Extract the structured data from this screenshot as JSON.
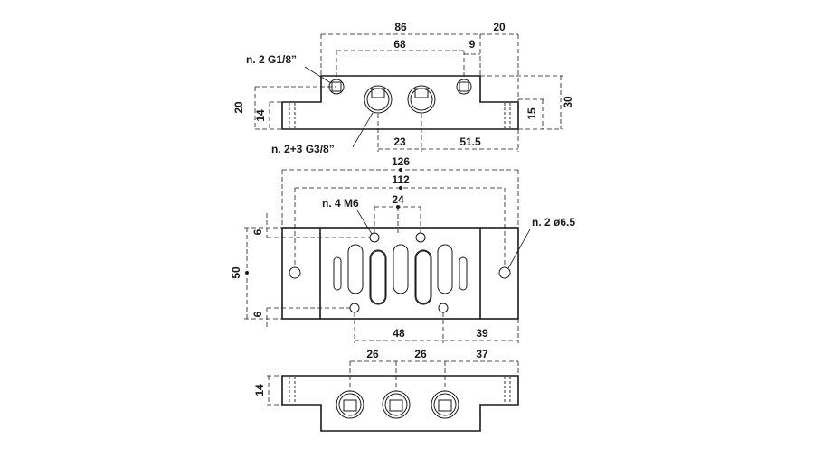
{
  "top_view": {
    "dim_86": "86",
    "dim_20_top": "20",
    "dim_68": "68",
    "dim_9": "9",
    "note_g18": "n. 2  G1/8”",
    "dim_20_left": "20",
    "dim_14_left": "14",
    "dim_15_right": "15",
    "dim_30_right": "30",
    "dim_23": "23",
    "dim_51_5": "51.5",
    "note_g38": "n. 2+3  G3/8”"
  },
  "plan_view": {
    "dim_126": "126",
    "dim_112": "112",
    "dim_24": "24",
    "note_m6": "n. 4  M6",
    "note_hole": "n. 2  ø6.5",
    "dim_6_top": "6",
    "dim_50": "50",
    "dim_6_bottom": "6",
    "dim_48": "48",
    "dim_39": "39"
  },
  "bottom_view": {
    "dim_26_a": "26",
    "dim_26_b": "26",
    "dim_37": "37",
    "dim_14": "14"
  }
}
